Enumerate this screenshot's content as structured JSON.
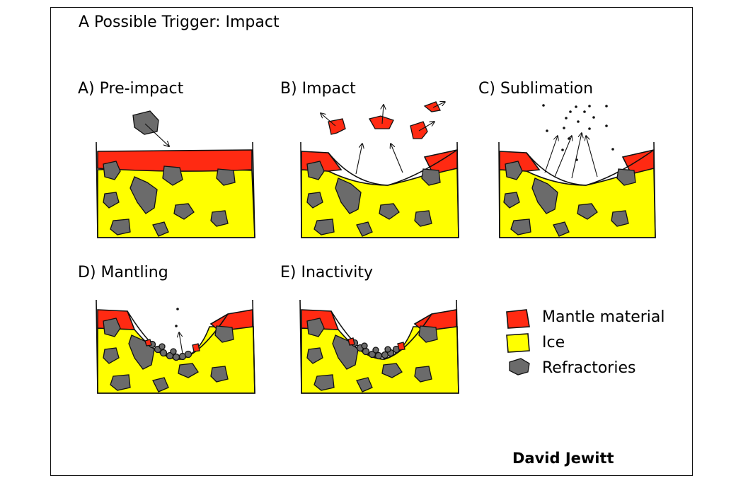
{
  "title": "A Possible Trigger: Impact",
  "panels": [
    {
      "label": "A) Pre-impact"
    },
    {
      "label": "B) Impact"
    },
    {
      "label": "C) Sublimation"
    },
    {
      "label": "D) Mantling"
    },
    {
      "label": "E) Inactivity"
    }
  ],
  "legend": {
    "mantle": "Mantle material",
    "ice": "Ice",
    "refractories": "Refractories"
  },
  "credit": "David Jewitt",
  "colors": {
    "mantle": "#ff2a12",
    "ice": "#ffff00",
    "refractory": "#6b6b6b",
    "outline": "#111111"
  }
}
